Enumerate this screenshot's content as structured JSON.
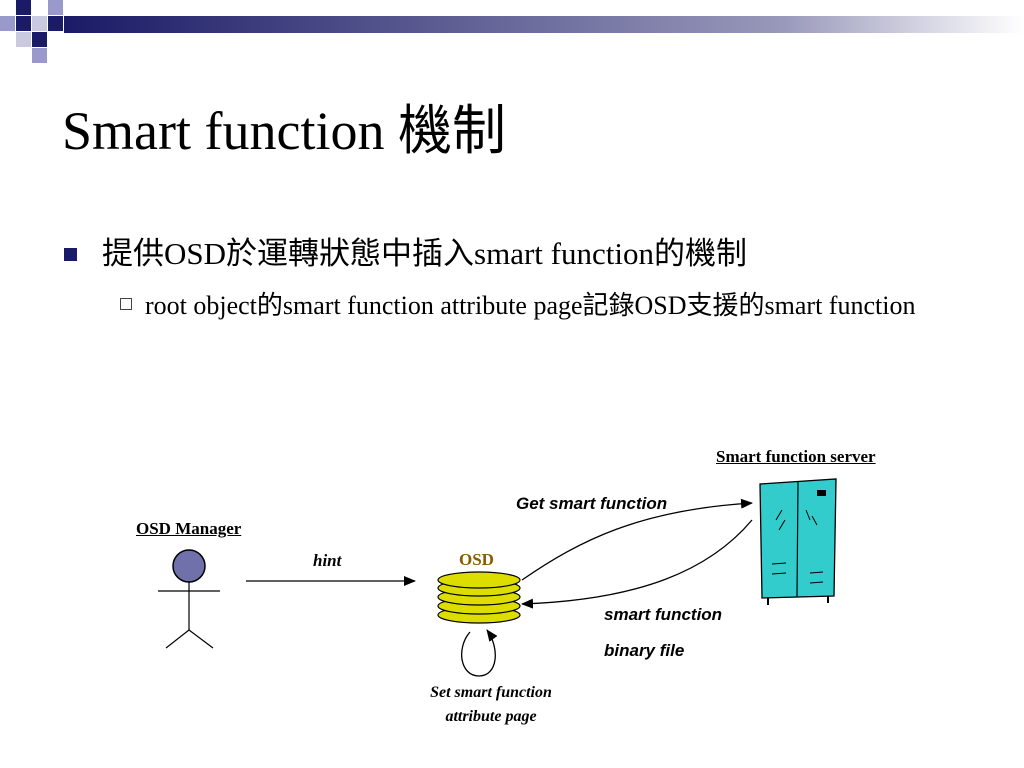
{
  "slide": {
    "title": "Smart function 機制",
    "bullets": [
      {
        "text": "提供OSD於運轉狀態中插入smart function的機制",
        "sub": [
          {
            "text": "root object的smart function attribute page記錄OSD支援的smart function"
          }
        ]
      }
    ]
  },
  "diagram": {
    "osd_manager_label": "OSD Manager",
    "hint_label": "hint",
    "osd_label": "OSD",
    "server_label": "Smart function server",
    "get_label": "Get smart function",
    "return_label_line1": "smart function",
    "return_label_line2": "binary file",
    "set_label": "Set smart function attribute page"
  },
  "colors": {
    "bullet_square": "#1a1a66",
    "person_head": "#7070aa",
    "disk": "#dddd00",
    "server": "#33cccc",
    "osd_label": "#8a5a00"
  }
}
